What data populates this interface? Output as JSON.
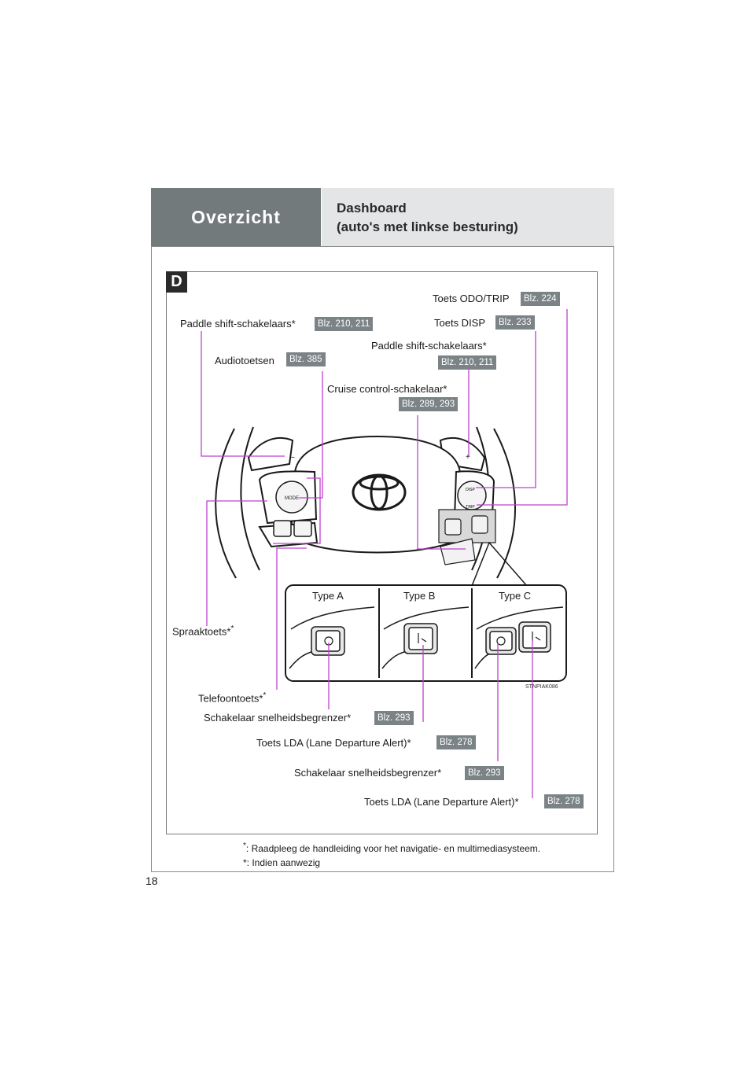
{
  "header": {
    "section": "Overzicht",
    "title_line1": "Dashboard",
    "title_line2": "(auto's met linkse besturing)"
  },
  "panel_letter": "D",
  "labels": {
    "odo_trip": "Toets ODO/TRIP",
    "odo_trip_page": "Blz. 224",
    "disp": "Toets DISP",
    "disp_page": "Blz. 233",
    "paddle_left": "Paddle shift-schakelaars",
    "paddle_left_page": "Blz. 210, 211",
    "paddle_right": "Paddle shift-schakelaars",
    "paddle_right_page": "Blz. 210, 211",
    "audio": "Audiotoetsen",
    "audio_page": "Blz. 385",
    "cruise": "Cruise control-schakelaar",
    "cruise_page": "Blz. 289, 293",
    "voice": "Spraaktoets",
    "phone": "Telefoontoets",
    "speed_limiter_1": "Schakelaar snelheidsbegrenzer",
    "speed_limiter_1_page": "Blz. 293",
    "lda_1": "Toets LDA (Lane Departure Alert)",
    "lda_1_page": "Blz. 278",
    "speed_limiter_2": "Schakelaar snelheidsbegrenzer",
    "speed_limiter_2_page": "Blz. 293",
    "lda_2": "Toets LDA (Lane Departure Alert)",
    "lda_2_page": "Blz. 278"
  },
  "inset": {
    "type_a": "Type A",
    "type_b": "Type B",
    "type_c": "Type C",
    "image_code": "STNPIAK086"
  },
  "wheel_buttons": {
    "mode": "MODE",
    "disp": "DISP",
    "trip": "TRIP",
    "minus": "–",
    "plus": "+"
  },
  "footnotes": {
    "note1": ": Raadpleeg de handleiding voor het navigatie- en multimediasysteem.",
    "note2": ": Indien aanwezig"
  },
  "page_number": "18",
  "colors": {
    "header_dark": "#737a7c",
    "header_light": "#e3e5e6",
    "badge": "#7b8386",
    "leader": "#c040d0"
  }
}
